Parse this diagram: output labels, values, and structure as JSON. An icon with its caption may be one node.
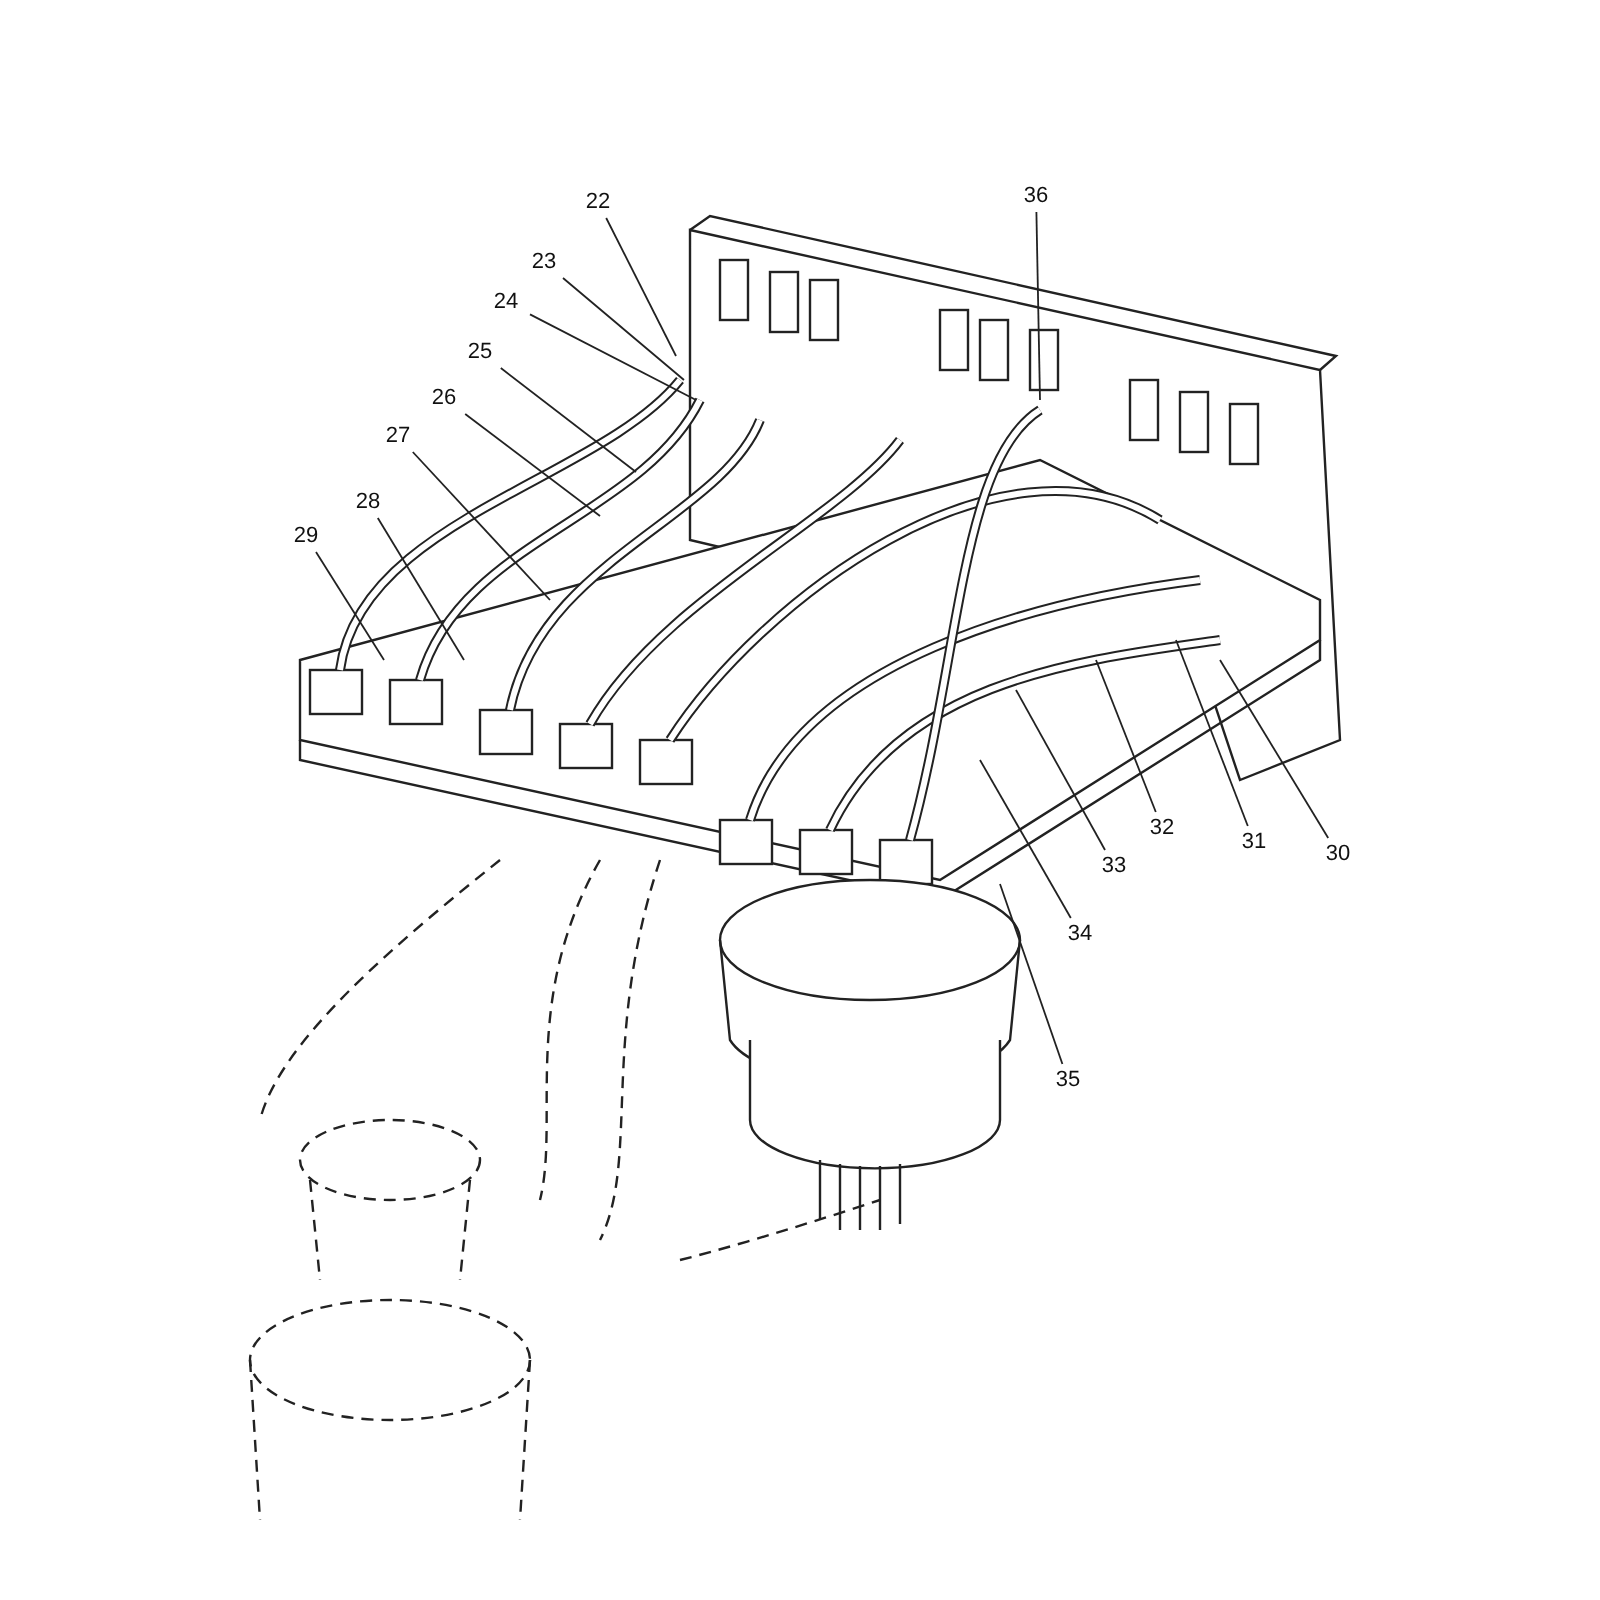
{
  "diagram": {
    "nodes": [
      {
        "text": [
          "36"
        ]
      },
      {
        "text": [
          "22"
        ]
      },
      {
        "text": [
          "23"
        ]
      },
      {
        "text": [
          "24"
        ]
      },
      {
        "text": [
          "25"
        ]
      },
      {
        "text": [
          "26"
        ]
      },
      {
        "text": [
          "27"
        ]
      },
      {
        "text": [
          "28"
        ]
      },
      {
        "text": [
          "29"
        ]
      },
      {
        "text": [
          "32"
        ]
      },
      {
        "text": [
          "31"
        ]
      },
      {
        "text": [
          "30"
        ]
      },
      {
        "text": [
          "33"
        ]
      },
      {
        "text": [
          "34"
        ]
      },
      {
        "text": [
          "35"
        ]
      }
    ],
    "edges": [
      {
        "from": 0,
        "to": null,
        "arrow": "none"
      },
      {
        "from": 1,
        "to": null,
        "arrow": "none"
      },
      {
        "from": 2,
        "to": null,
        "arrow": "none"
      },
      {
        "from": 3,
        "to": null,
        "arrow": "none"
      },
      {
        "from": 4,
        "to": null,
        "arrow": "none"
      },
      {
        "from": 5,
        "to": null,
        "arrow": "none"
      },
      {
        "from": 6,
        "to": null,
        "arrow": "none"
      },
      {
        "from": 7,
        "to": null,
        "arrow": "none"
      },
      {
        "from": 8,
        "to": null,
        "arrow": "none"
      },
      {
        "from": 9,
        "to": null,
        "arrow": "none"
      },
      {
        "from": 10,
        "to": null,
        "arrow": "none"
      },
      {
        "from": 11,
        "to": null,
        "arrow": "none"
      },
      {
        "from": 12,
        "to": null,
        "arrow": "none"
      },
      {
        "from": 13,
        "to": null,
        "arrow": "none"
      },
      {
        "from": 14,
        "to": null,
        "arrow": "none"
      }
    ]
  }
}
